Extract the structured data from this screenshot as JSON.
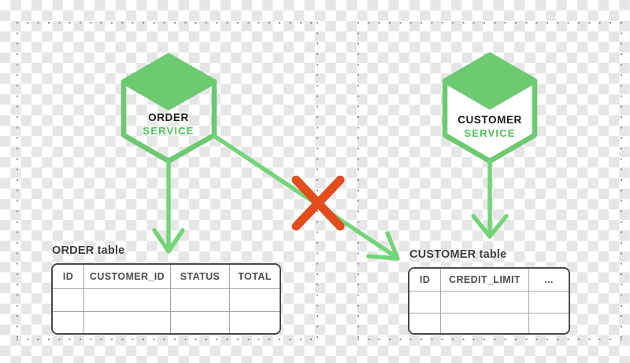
{
  "diagram": {
    "title": "microservice database-per-service diagram",
    "order": {
      "service": {
        "name": "ORDER",
        "suffix": "SERVICE",
        "icon": "hexagon-cube-icon"
      },
      "table": {
        "label": "ORDER table",
        "columns": [
          "ID",
          "CUSTOMER_ID",
          "STATUS",
          "TOTAL"
        ],
        "empty_rows": 2
      }
    },
    "customer": {
      "service": {
        "name": "CUSTOMER",
        "suffix": "SERVICE",
        "icon": "hexagon-cube-icon"
      },
      "table": {
        "label": "CUSTOMER table",
        "columns": [
          "ID",
          "CREDIT_LIMIT",
          "..."
        ],
        "empty_rows": 2
      }
    },
    "relationships": [
      {
        "from": "ORDER SERVICE",
        "to": "ORDER table",
        "style": "arrow",
        "status": "allowed"
      },
      {
        "from": "ORDER SERVICE",
        "to": "CUSTOMER table",
        "style": "arrow",
        "status": "blocked-with-red-cross"
      },
      {
        "from": "CUSTOMER SERVICE",
        "to": "CUSTOMER table",
        "style": "arrow",
        "status": "allowed"
      }
    ],
    "colors": {
      "icon_green": "#6dca71",
      "arrow_green": "#73d578",
      "service_text_green": "#50c05a",
      "blocked_red": "#e34c1b",
      "table_border": "#4a4a4a",
      "checker_gray": "#e6e6e6",
      "dotted_line_gray": "#8d8d8d"
    }
  }
}
